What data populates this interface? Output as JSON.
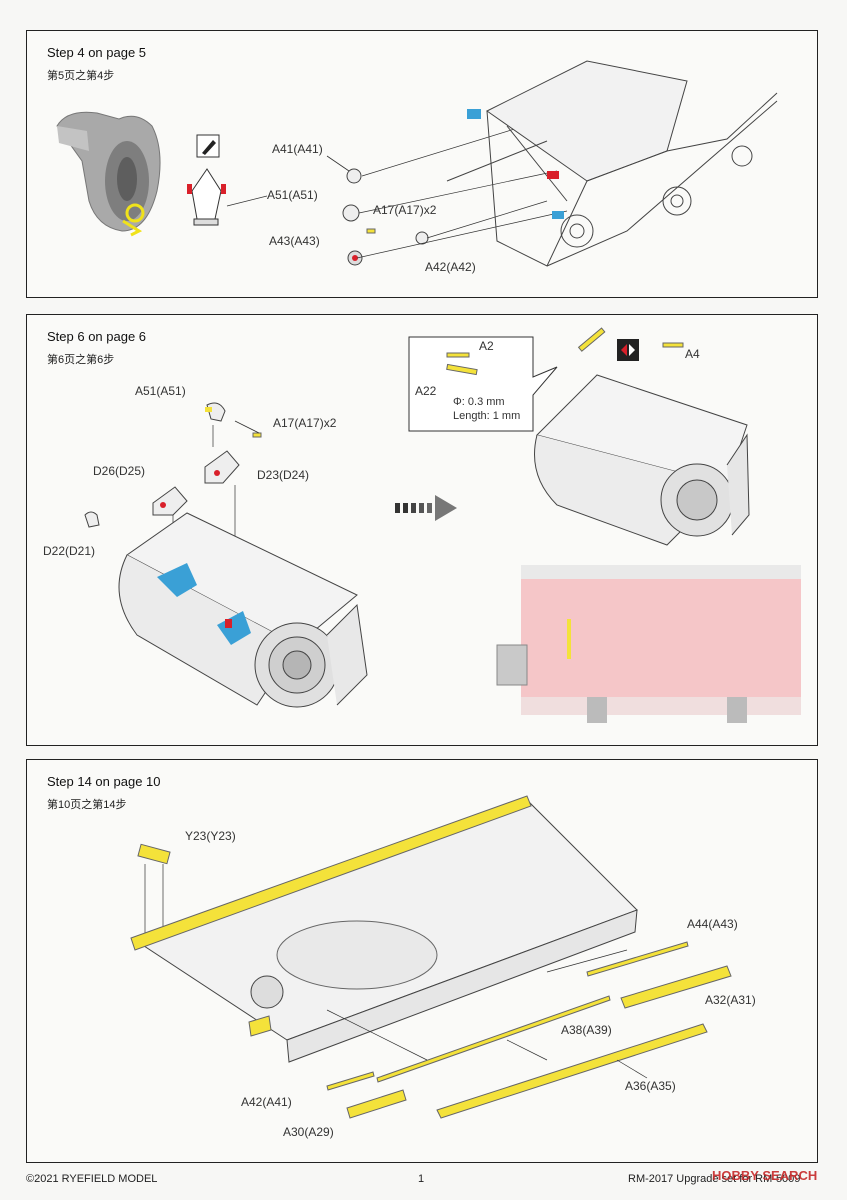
{
  "steps": [
    {
      "title": "Step 4 on page 5",
      "subtitle": "第5页之第4步",
      "labels": {
        "a41": "A41(A41)",
        "a51": "A51(A51)",
        "a17": "A17(A17)x2",
        "a43": "A43(A43)",
        "a42": "A42(A42)"
      },
      "icons": [
        "pencil-icon"
      ]
    },
    {
      "title": "Step 6 on page 6",
      "subtitle": "第6页之第6步",
      "labels": {
        "a51": "A51(A51)",
        "a17": "A17(A17)x2",
        "d26": "D26(D25)",
        "d23": "D23(D24)",
        "d22": "D22(D21)",
        "a2": "A2",
        "a22": "A22",
        "phi": "Φ: 0.3 mm",
        "length": "Length: 1 mm",
        "a4": "A4"
      },
      "icons": [
        "bend-icon",
        "arrow-right-icon"
      ]
    },
    {
      "title": "Step 14 on page 10",
      "subtitle": "第10页之第14步",
      "labels": {
        "y23": "Y23(Y23)",
        "a44": "A44(A43)",
        "a32": "A32(A31)",
        "a38": "A38(A39)",
        "a36": "A36(A35)",
        "a42": "A42(A41)",
        "a30": "A30(A29)"
      }
    }
  ],
  "footer": {
    "copyright": "©2021 RYEFIELD MODEL",
    "page": "1",
    "product": "RM-2017 Upgrade set for RM-5009"
  },
  "watermark": "HOBBY SEARCH",
  "colors": {
    "pe_yellow": "#f4e23a",
    "blue_part": "#3aa0d6",
    "red_mark": "#d9202a",
    "pink_highlight": "#f5c6c8"
  }
}
